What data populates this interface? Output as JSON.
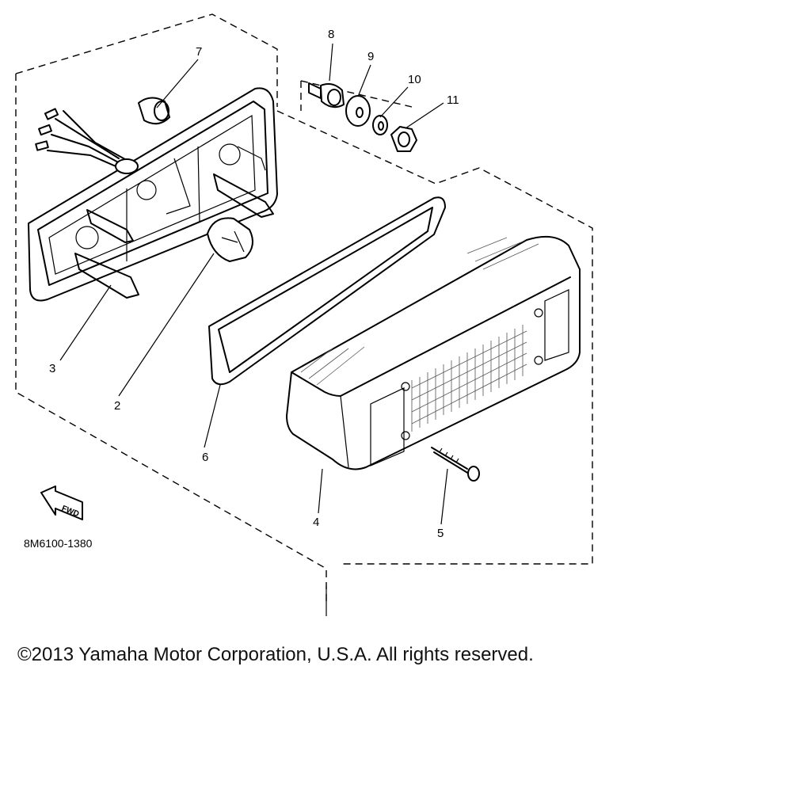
{
  "diagram": {
    "callouts": [
      {
        "id": "2",
        "label": "2"
      },
      {
        "id": "3",
        "label": "3"
      },
      {
        "id": "4",
        "label": "4"
      },
      {
        "id": "5",
        "label": "5"
      },
      {
        "id": "6",
        "label": "6"
      },
      {
        "id": "7",
        "label": "7"
      },
      {
        "id": "8",
        "label": "8"
      },
      {
        "id": "9",
        "label": "9"
      },
      {
        "id": "10",
        "label": "10"
      },
      {
        "id": "11",
        "label": "11"
      }
    ],
    "direction_indicator": "FWD",
    "diagram_code": "8M6100-1380"
  },
  "footer": {
    "copyright": "©2013 Yamaha Motor Corporation, U.S.A. All rights reserved."
  },
  "colors": {
    "line": "#000000",
    "background": "#ffffff"
  }
}
